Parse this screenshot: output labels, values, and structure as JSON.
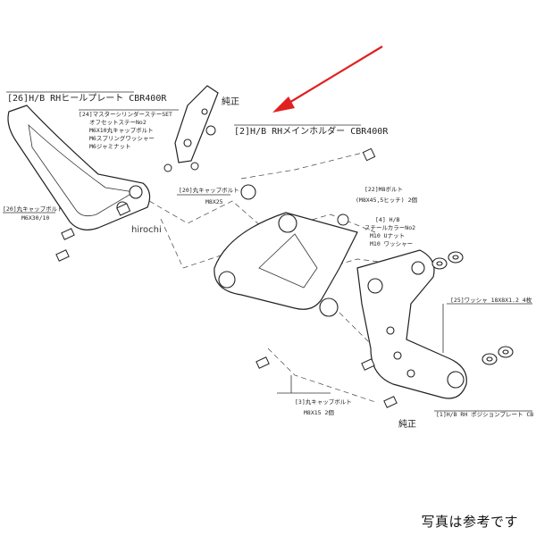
{
  "labels": {
    "part26": "[26]H/B RHヒールプレート CBR400R",
    "part24_title": "[24]マスターシリンダーステーSET",
    "part24_l1": "オフセットステーNo2",
    "part24_l2": "M6X10丸キャップボルト",
    "part24_l3": "M6スプリングワッシャー",
    "part24_l4": "M6ジャミナット",
    "genuine_top": "純正",
    "part2": "[2]H/B RHメインホルダー CBR400R",
    "part20a": "[20]丸キャップボルト",
    "part20a_size": "M8X25",
    "part22": "[22]M8ボルト",
    "part22_sub": "(M8X45,5ヒッチ) 2個",
    "part20b": "[20]丸キャップボルト",
    "part20b_size": "M6X30/10",
    "part4_title": "[4] H/B",
    "part4_l1": "スチールカラーNo2",
    "part4_l2": "M10 Uナット",
    "part4_l3": "M10 ワッシャー",
    "part25": "[25]ワッシャ 18X8X1.2  4枚",
    "part3": "[3]丸キャップボルト",
    "part3_size": "M8X15  2個",
    "part1": "[1]H/B RH ポジションプレート CB",
    "genuine_bottom": "純正"
  },
  "watermark": "hirochi",
  "caption": "写真は参考です",
  "colors": {
    "arrow": "#e0211f",
    "line": "#222222"
  }
}
